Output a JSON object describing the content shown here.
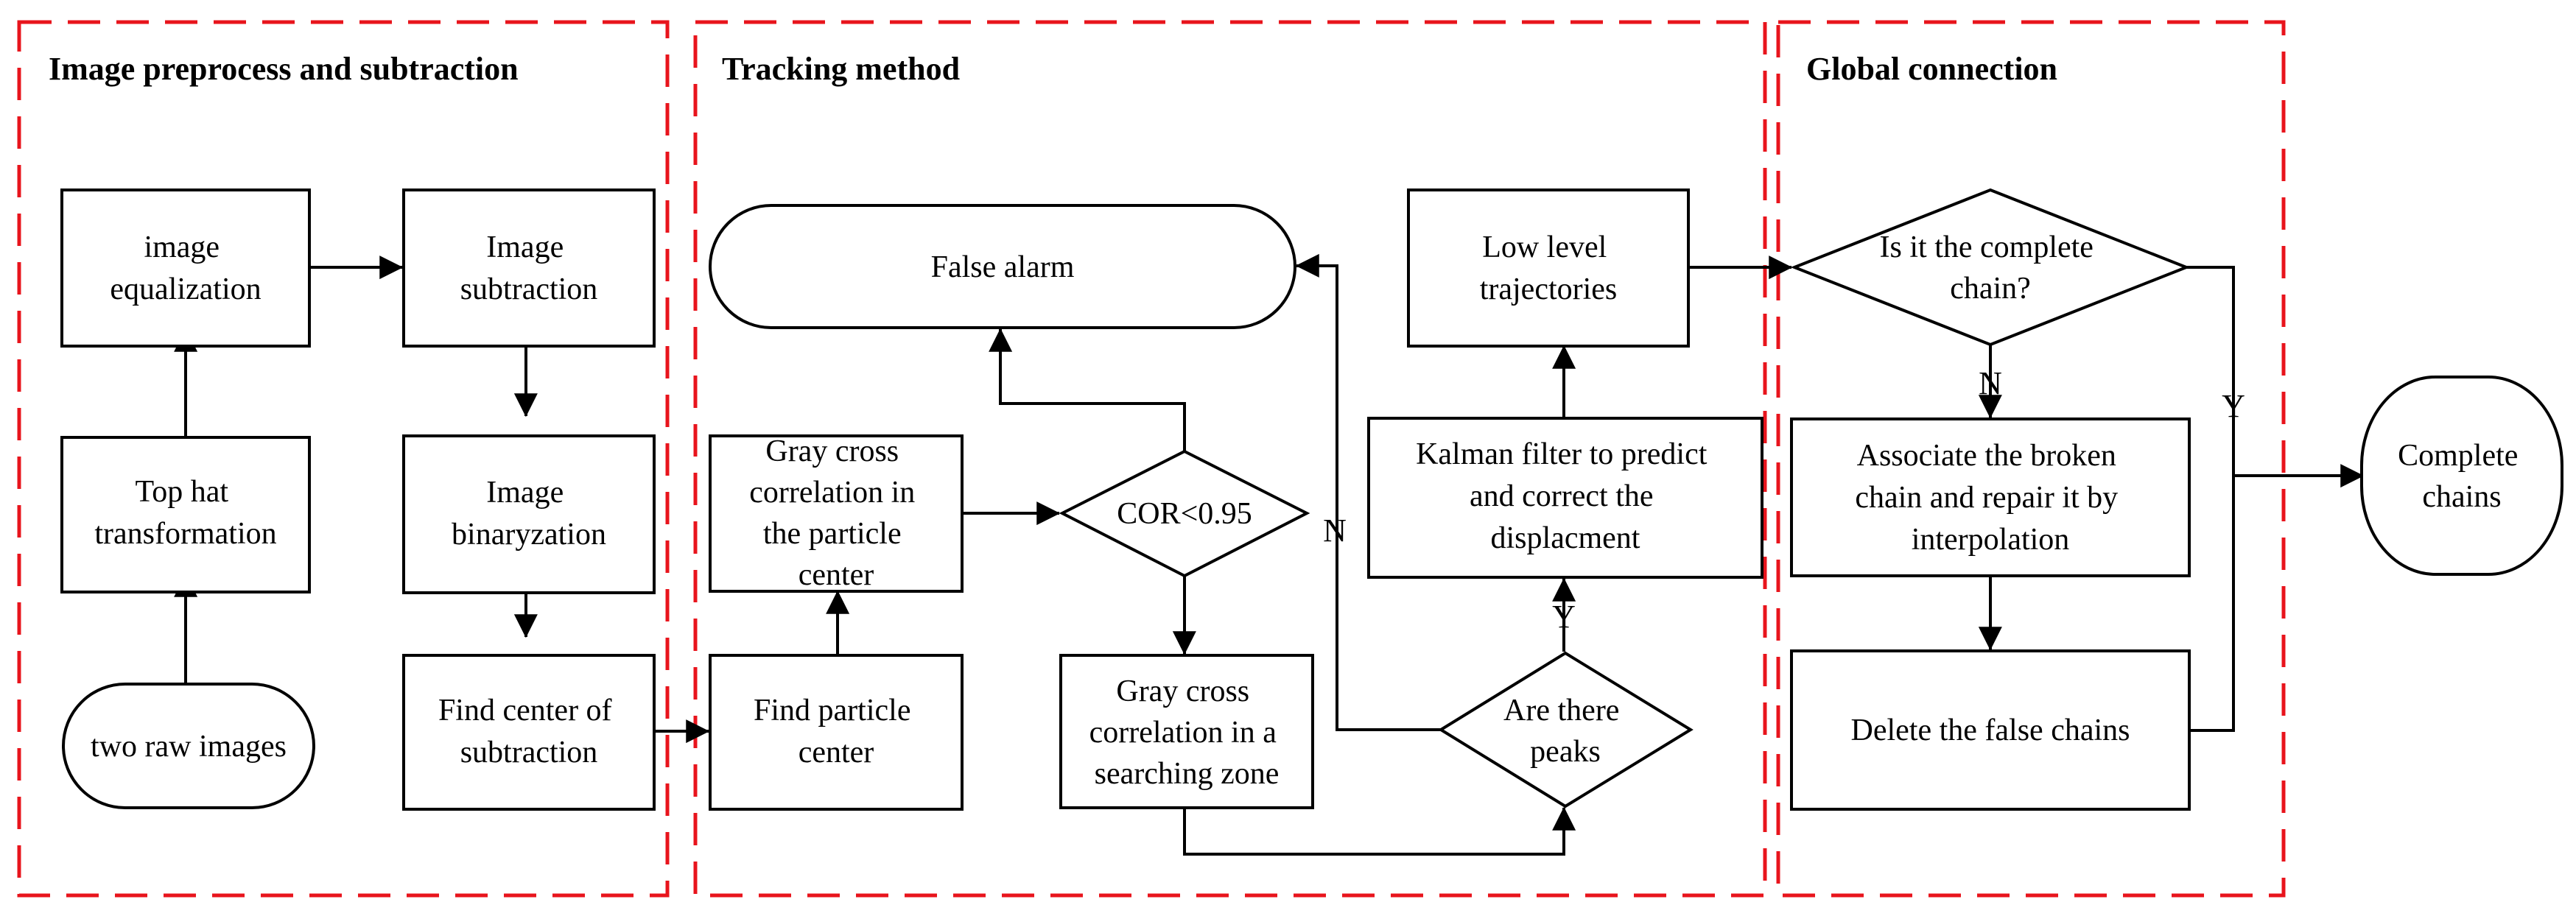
{
  "panels": {
    "preprocess": "Image preprocess and subtraction",
    "tracking": "Tracking method",
    "global": "Global connection"
  },
  "nodes": {
    "raw_images": [
      "two raw images"
    ],
    "top_hat": [
      "Top hat",
      "transformation"
    ],
    "equalization": [
      "image",
      "equalization"
    ],
    "subtraction": [
      "Image",
      "subtraction"
    ],
    "binaryzation": [
      "Image",
      "binaryzation"
    ],
    "find_center_sub": [
      "Find center of",
      "subtraction"
    ],
    "find_particle": [
      "Find particle",
      "center"
    ],
    "gray_particle": [
      "Gray cross",
      "correlation in",
      "the particle",
      "center"
    ],
    "cor_decision": [
      "COR<0.95"
    ],
    "false_alarm": [
      "False alarm"
    ],
    "gray_zone": [
      "Gray cross",
      "correlation in a",
      "searching zone"
    ],
    "peaks_decision": [
      "Are there",
      "peaks"
    ],
    "kalman": [
      "Kalman filter to predict",
      "and correct the",
      "displacment"
    ],
    "low_level": [
      "Low level",
      "trajectories"
    ],
    "complete_decision": [
      "Is it the complete",
      "chain?"
    ],
    "associate": [
      "Associate the broken",
      "chain and repair it by",
      "interpolation"
    ],
    "delete": [
      "Delete the false chains"
    ],
    "complete_chains": [
      "Complete",
      "chains"
    ]
  },
  "edge_labels": {
    "n_cor": "N",
    "y_peaks": "Y",
    "n_complete": "N",
    "y_complete": "Y"
  },
  "colors": {
    "panel_border": "#e8141c",
    "stroke": "#000000",
    "fill": "#ffffff"
  }
}
